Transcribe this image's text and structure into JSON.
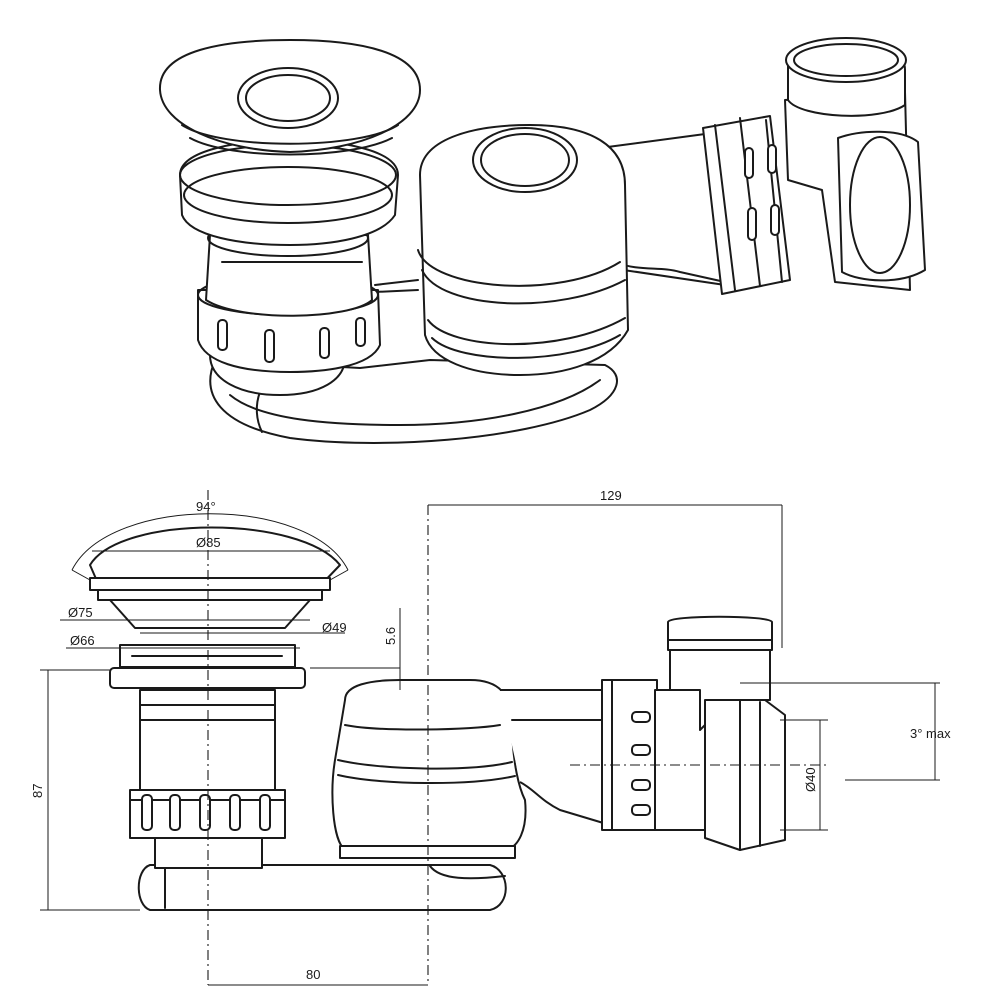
{
  "labels": {
    "angle": "94°",
    "dia_85": "Ø85",
    "dia_75": "Ø75",
    "dia_49": "Ø49",
    "dia_66": "Ø66",
    "dim_5_6": "5.6",
    "dim_87": "87",
    "dim_129": "129",
    "dim_80": "80",
    "slope": "3° max",
    "dia_40": "Ø40"
  }
}
